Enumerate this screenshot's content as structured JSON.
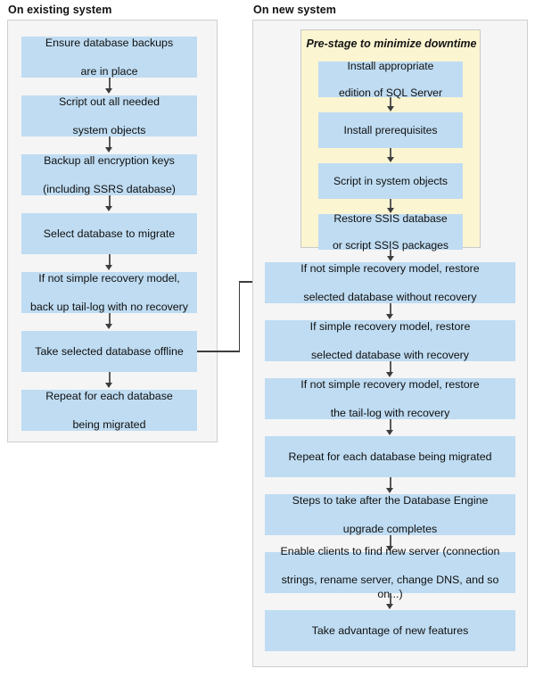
{
  "columns": {
    "existing": {
      "title": "On existing system",
      "steps": [
        "Ensure database backups are in place",
        "Script out all needed system objects",
        "Backup all encryption keys (including SSRS database)",
        "Select database to migrate",
        "If not simple recovery model, back up tail-log with no recovery",
        "Take selected database offline",
        "Repeat for each database being migrated"
      ],
      "steps_lines": [
        [
          "Ensure database backups",
          "are in place"
        ],
        [
          "Script out all needed",
          "system objects"
        ],
        [
          "Backup all encryption keys",
          "(including SSRS database)"
        ],
        [
          "Select database to migrate"
        ],
        [
          "If not simple recovery model,",
          "back up tail-log with no recovery"
        ],
        [
          "Take selected database offline"
        ],
        [
          "Repeat for each database",
          "being migrated"
        ]
      ]
    },
    "new": {
      "title": "On new system",
      "prestage": {
        "label": "Pre-stage to minimize downtime",
        "steps": [
          "Install appropriate edition of SQL Server",
          "Install prerequisites",
          "Script in system objects",
          "Restore SSIS database or script SSIS packages"
        ],
        "steps_lines": [
          [
            "Install appropriate",
            "edition of SQL Server"
          ],
          [
            "Install prerequisites"
          ],
          [
            "Script in system objects"
          ],
          [
            "Restore SSIS database",
            "or script SSIS packages"
          ]
        ]
      },
      "steps": [
        "If not simple recovery model, restore selected database without recovery",
        "If simple recovery model, restore selected database with recovery",
        "If not simple recovery model, restore the tail-log with recovery",
        "Repeat for each database being migrated",
        "Steps to take after the Database Engine upgrade completes",
        "Enable clients to find new server (connection strings, rename server, change DNS, and so on...)",
        "Take advantage of new features"
      ],
      "steps_lines": [
        [
          "If not simple recovery model, restore",
          "selected database without recovery"
        ],
        [
          "If simple recovery model, restore",
          "selected database with recovery"
        ],
        [
          "If not simple recovery model, restore",
          "the tail-log with recovery"
        ],
        [
          "Repeat for each database being migrated"
        ],
        [
          "Steps to take after the Database Engine",
          "upgrade completes"
        ],
        [
          "Enable clients to find new server (connection",
          "strings, rename server, change DNS, and so on...)"
        ],
        [
          "Take advantage of new features"
        ]
      ]
    }
  },
  "connector": {
    "from": "Take selected database offline",
    "to": "If not simple recovery model, restore selected database without recovery"
  },
  "colors": {
    "node_fill": "#bfdcf2",
    "panel_fill": "#f5f5f5",
    "panel_border": "#cfcfcf",
    "prestage_fill": "#fcf5d2",
    "arrow": "#3d3d3d",
    "text": "#101010"
  }
}
